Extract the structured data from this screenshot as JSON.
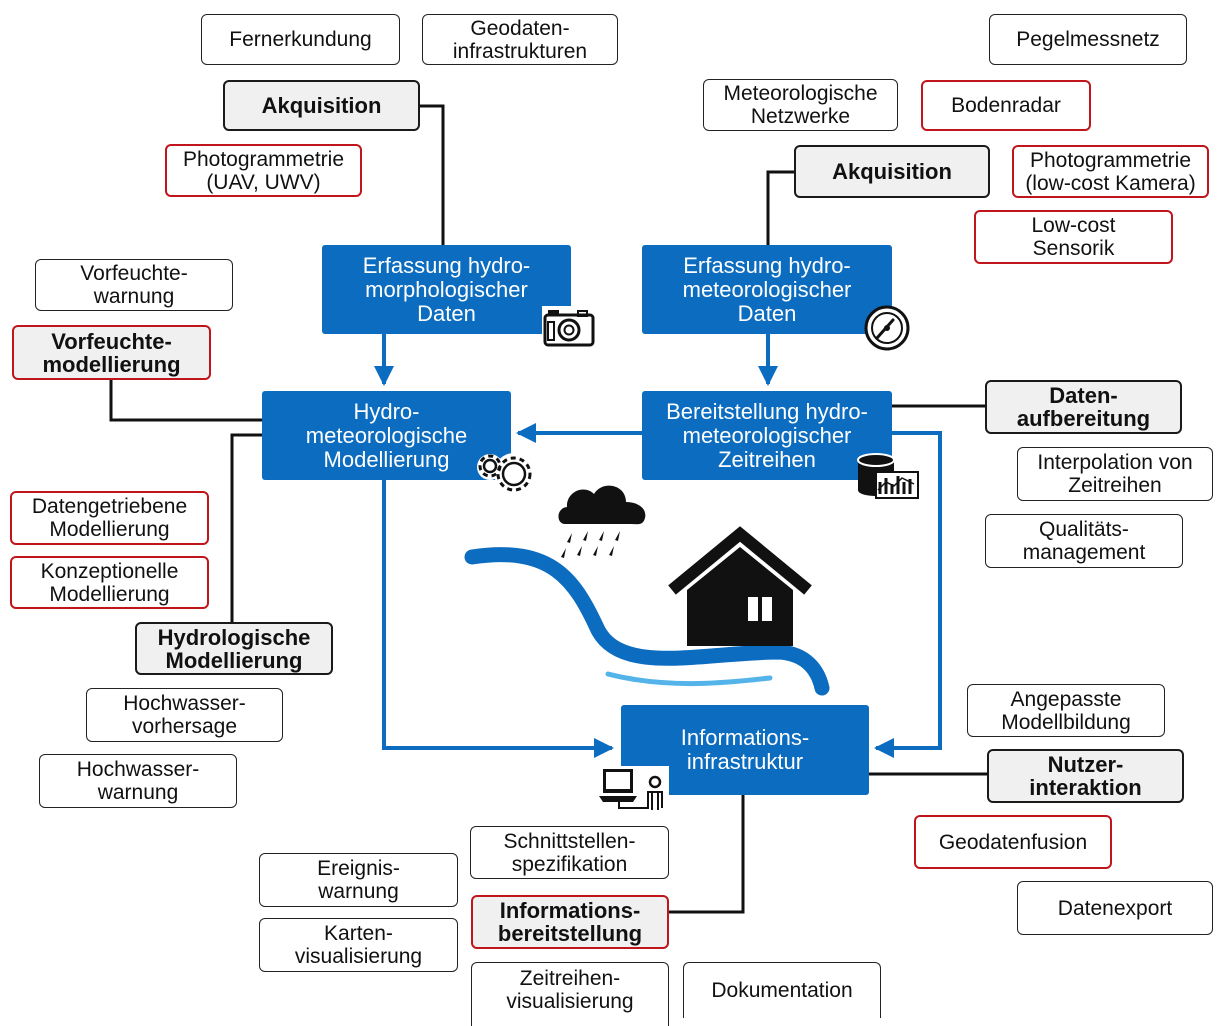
{
  "colors": {
    "primary": "#0b6cc0",
    "accent_red": "#c0161b",
    "line": "#111111",
    "flow_light": "#54b4ea"
  },
  "core": {
    "morpho": "Erfassung hydro-\nmorphologischer\nDaten",
    "meteo": "Erfassung hydro-\nmeteorologischer\nDaten",
    "modelling": "Hydro-\nmeteorologische\nModellierung",
    "series": "Bereitstellung hydro-\nmeteorologischer\nZeitreihen",
    "infra": "Informations-\ninfrastruktur"
  },
  "labels": {
    "fernerkundung": "Fernerkundung",
    "geodaten_infra": "Geodaten-\ninfrastrukturen",
    "akquisition_left": "Akquisition",
    "photogrammetrie_uav": "Photogrammetrie\n(UAV, UWV)",
    "pegelmessnetz": "Pegelmessnetz",
    "met_netzwerke": "Meteorologische\nNetzwerke",
    "bodenradar": "Bodenradar",
    "akquisition_right": "Akquisition",
    "photogrammetrie_cam": "Photogrammetrie\n(low-cost Kamera)",
    "lowcost_sensorik": "Low-cost\nSensorik",
    "vorfeuchte_warnung": "Vorfeuchte-\nwarnung",
    "vorfeuchte_modellierung": "Vorfeuchte-\nmodellierung",
    "datengetriebene": "Datengetriebene\nModellierung",
    "konzeptionelle": "Konzeptionelle\nModellierung",
    "hydrologische": "Hydrologische\nModellierung",
    "hochwasser_vorhersage": "Hochwasser-\nvorhersage",
    "hochwasser_warnung": "Hochwasser-\nwarnung",
    "datenaufbereitung": "Daten-\naufbereitung",
    "interpolation": "Interpolation von\nZeitreihen",
    "qualitaet": "Qualitäts-\nmanagement",
    "angepasste": "Angepasste\nModellbildung",
    "nutzerinteraktion": "Nutzer-\ninteraktion",
    "geodatenfusion": "Geodatenfusion",
    "datenexport": "Datenexport",
    "schnittstellen": "Schnittstellen-\nspezifikation",
    "ereigniswarnung": "Ereignis-\nwarnung",
    "informationsbereitstellung": "Informations-\nbereitstellung",
    "kartenvisualisierung": "Karten-\nvisualisierung",
    "zeitreihenvisualisierung": "Zeitreihen-\nvisualisierung",
    "dokumentation": "Dokumentation"
  },
  "icons": [
    "camera-icon",
    "gauge-icon",
    "gears-icon",
    "database-chart-icon",
    "rain-cloud-icon",
    "river-icon",
    "house-icon",
    "laptop-user-icon"
  ]
}
